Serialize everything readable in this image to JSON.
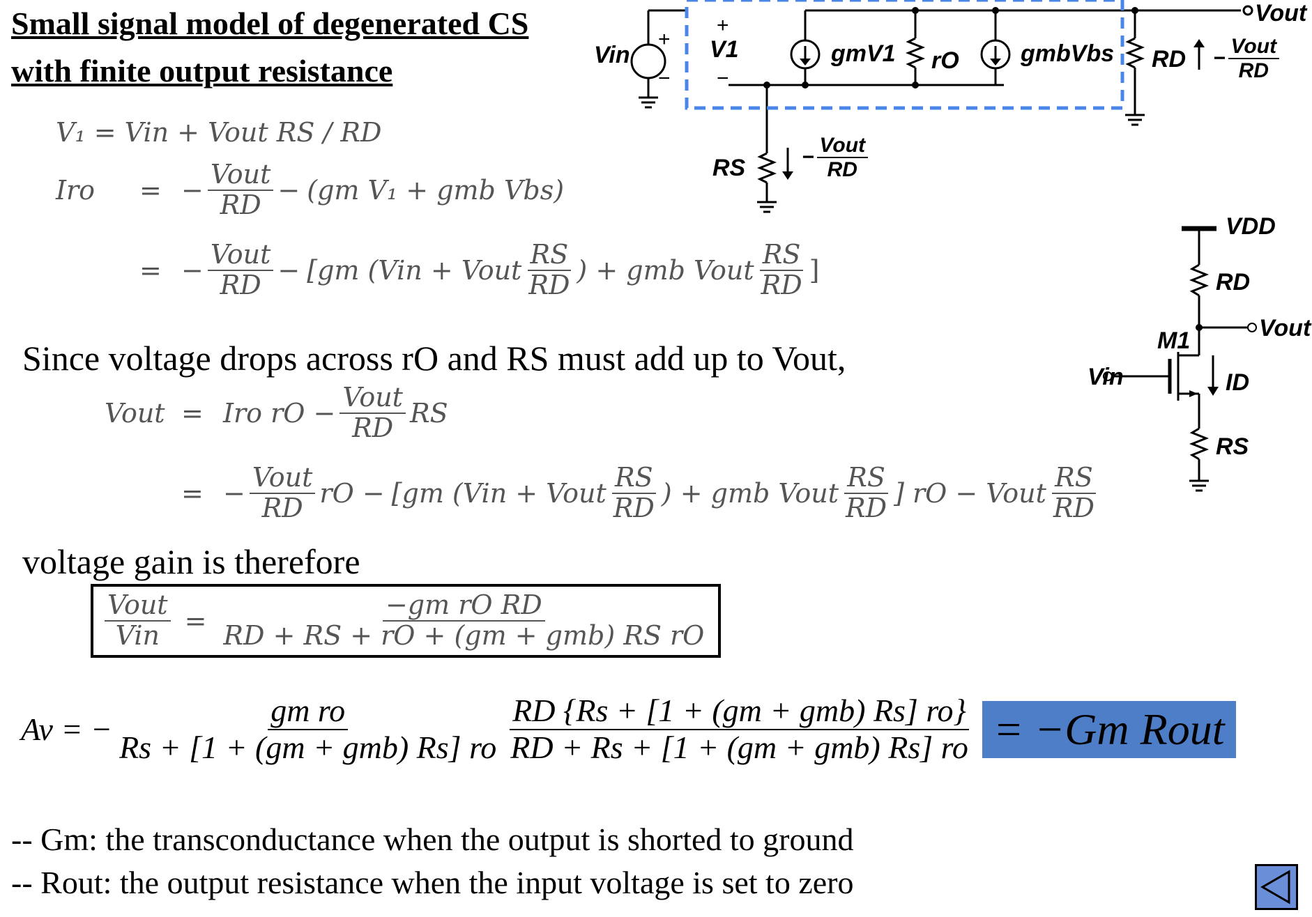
{
  "title": {
    "line1": "Small signal model of degenerated CS",
    "line2": "with finite output resistance"
  },
  "equations": {
    "v1": "V₁ = Vin + Vout RS / RD",
    "iro_lhs": "Iro",
    "eq": "=",
    "minus": "−",
    "vout": "Vout",
    "rd": "RD",
    "rs": "RS",
    "iro_term1": "(gm V₁ + gmb Vbs)",
    "bracket_open": "[gm (Vin + Vout",
    "bracket_mid": ") + gmb Vout",
    "bracket_close": "]",
    "vout_lhs": "Vout",
    "iro_ro": "Iro rO −",
    "ro": "rO −",
    "ro_minus_vout": "] rO − Vout"
  },
  "sentence_drops": "Since voltage drops across rO and RS must add up to Vout,",
  "sentence_gain": "voltage gain is therefore",
  "gain": {
    "lhs_num": "Vout",
    "lhs_den": "Vin",
    "rhs_num": "−gm rO RD",
    "rhs_den": "RD + RS + rO + (gm + gmb) RS rO"
  },
  "av": {
    "lhs": "Av = −",
    "f1_num": "gm ro",
    "f1_den": "Rs + [1 + (gm + gmb) Rs] ro",
    "f2_num": "RD {Rs + [1 + (gm + gmb) Rs] ro}",
    "f2_den": "RD + Rs + [1 + (gm + gmb) Rs] ro",
    "result": "= −Gm Rout"
  },
  "bullets": [
    "-- Gm: the transconductance when the output is shorted to ground",
    "-- Rout: the output resistance when the input voltage is set to zero"
  ],
  "circuit": {
    "vin": "Vin",
    "plus": "+",
    "minus": "−",
    "v1": "V1",
    "gm_v1": "gmV1",
    "ro": "rO",
    "gmb_vbs": "gmbVbs",
    "rd": "RD",
    "vout": "Vout",
    "rs": "RS",
    "vout_over_rd_num": "Vout",
    "vout_over_rd_den": "RD"
  },
  "schematic": {
    "vdd": "VDD",
    "rd": "RD",
    "vout": "Vout",
    "m1": "M1",
    "vin": "Vin",
    "id": "ID",
    "rs": "RS"
  },
  "colors": {
    "dashed_box": "#4a86e8",
    "result_box": "#4f7ec8",
    "nav_button": "#6a8fd8"
  },
  "icons": {
    "nav": "triangle-left-icon"
  }
}
